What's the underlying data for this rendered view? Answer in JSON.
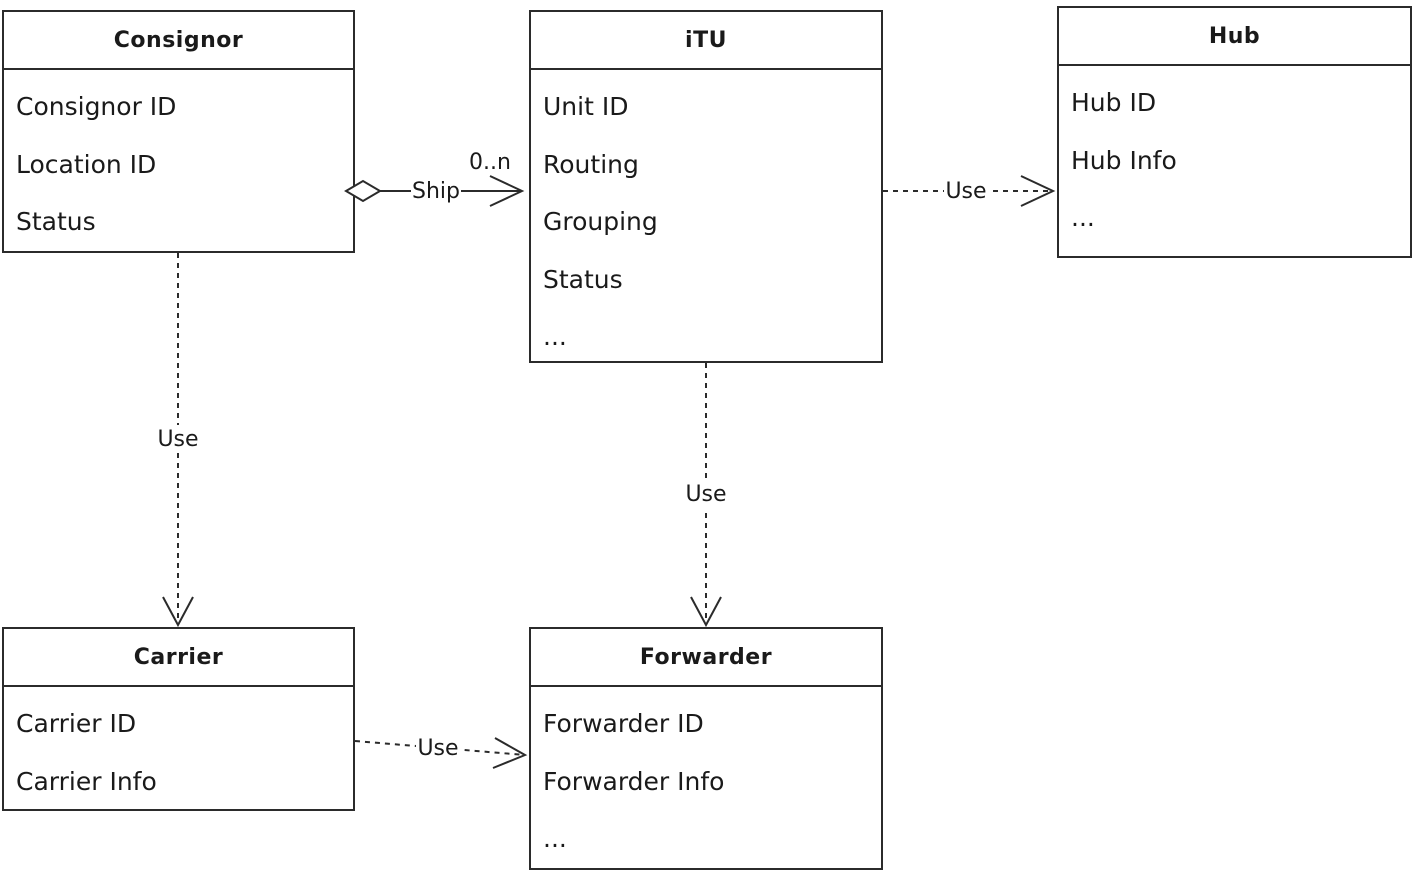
{
  "classes": {
    "consignor": {
      "name": "Consignor",
      "attributes": [
        "Consignor ID",
        "Location ID",
        "Status"
      ]
    },
    "itu": {
      "name": "iTU",
      "attributes": [
        "Unit ID",
        "Routing",
        "Grouping",
        "Status",
        "..."
      ]
    },
    "hub": {
      "name": "Hub",
      "attributes": [
        "Hub ID",
        "Hub Info",
        "..."
      ]
    },
    "carrier": {
      "name": "Carrier",
      "attributes": [
        "Carrier ID",
        "Carrier Info"
      ]
    },
    "forwarder": {
      "name": "Forwarder",
      "attributes": [
        "Forwarder ID",
        "Forwarder Info",
        "..."
      ]
    }
  },
  "relations": {
    "consignor_itu": {
      "type": "aggregation",
      "label": "Ship",
      "multiplicity": "0..n"
    },
    "itu_hub": {
      "type": "dependency",
      "label": "Use"
    },
    "consignor_carrier": {
      "type": "dependency",
      "label": "Use"
    },
    "itu_forwarder": {
      "type": "dependency",
      "label": "Use"
    },
    "carrier_forwarder": {
      "type": "dependency",
      "label": "Use"
    }
  }
}
